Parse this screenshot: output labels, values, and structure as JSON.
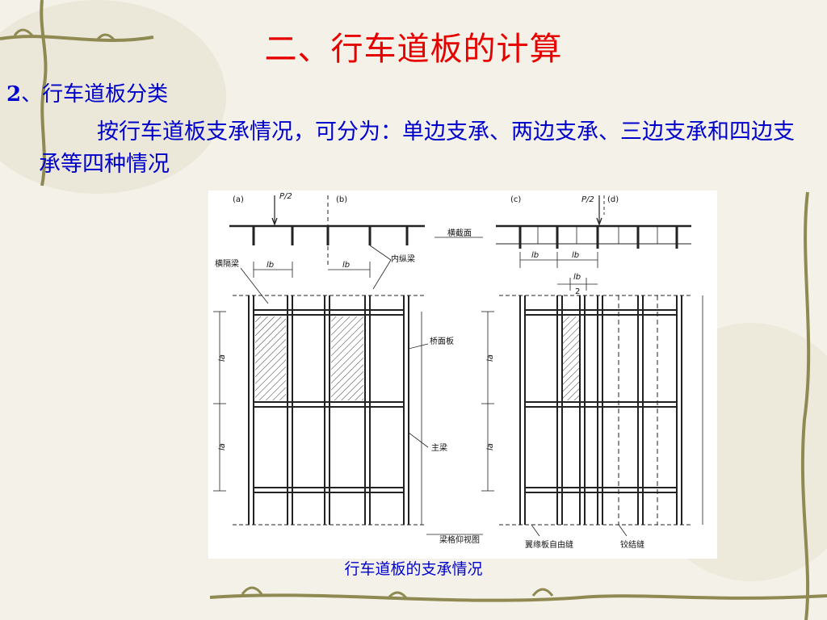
{
  "title": "二、行车道板的计算",
  "subheading": {
    "number": "2",
    "text": "、行车道板分类"
  },
  "paragraph": "按行车道板支承情况，可分为：单边支承、两边支承、三边支承和四边支承等四种情况",
  "figure": {
    "label_a": "(a)",
    "label_b": "(b)",
    "label_c": "(c)",
    "label_d": "(d)",
    "load_label": "P/2",
    "cross_section": "横截面",
    "diaphragm": "横隔梁",
    "inner_stringer": "内纵梁",
    "deck_slab": "桥面板",
    "main_girder": "主梁",
    "grid_bottom_view": "梁格仰视图",
    "flange_free_joint": "翼缘板自由缝",
    "hinge_joint": "铰结缝",
    "lb": "lb",
    "la": "la",
    "lb_half_num": "lb",
    "lb_half_den": "2"
  },
  "caption": "行车道板的支承情况",
  "colors": {
    "title": "#e60000",
    "body_text": "#0000cc",
    "background": "#f4f1e8"
  }
}
